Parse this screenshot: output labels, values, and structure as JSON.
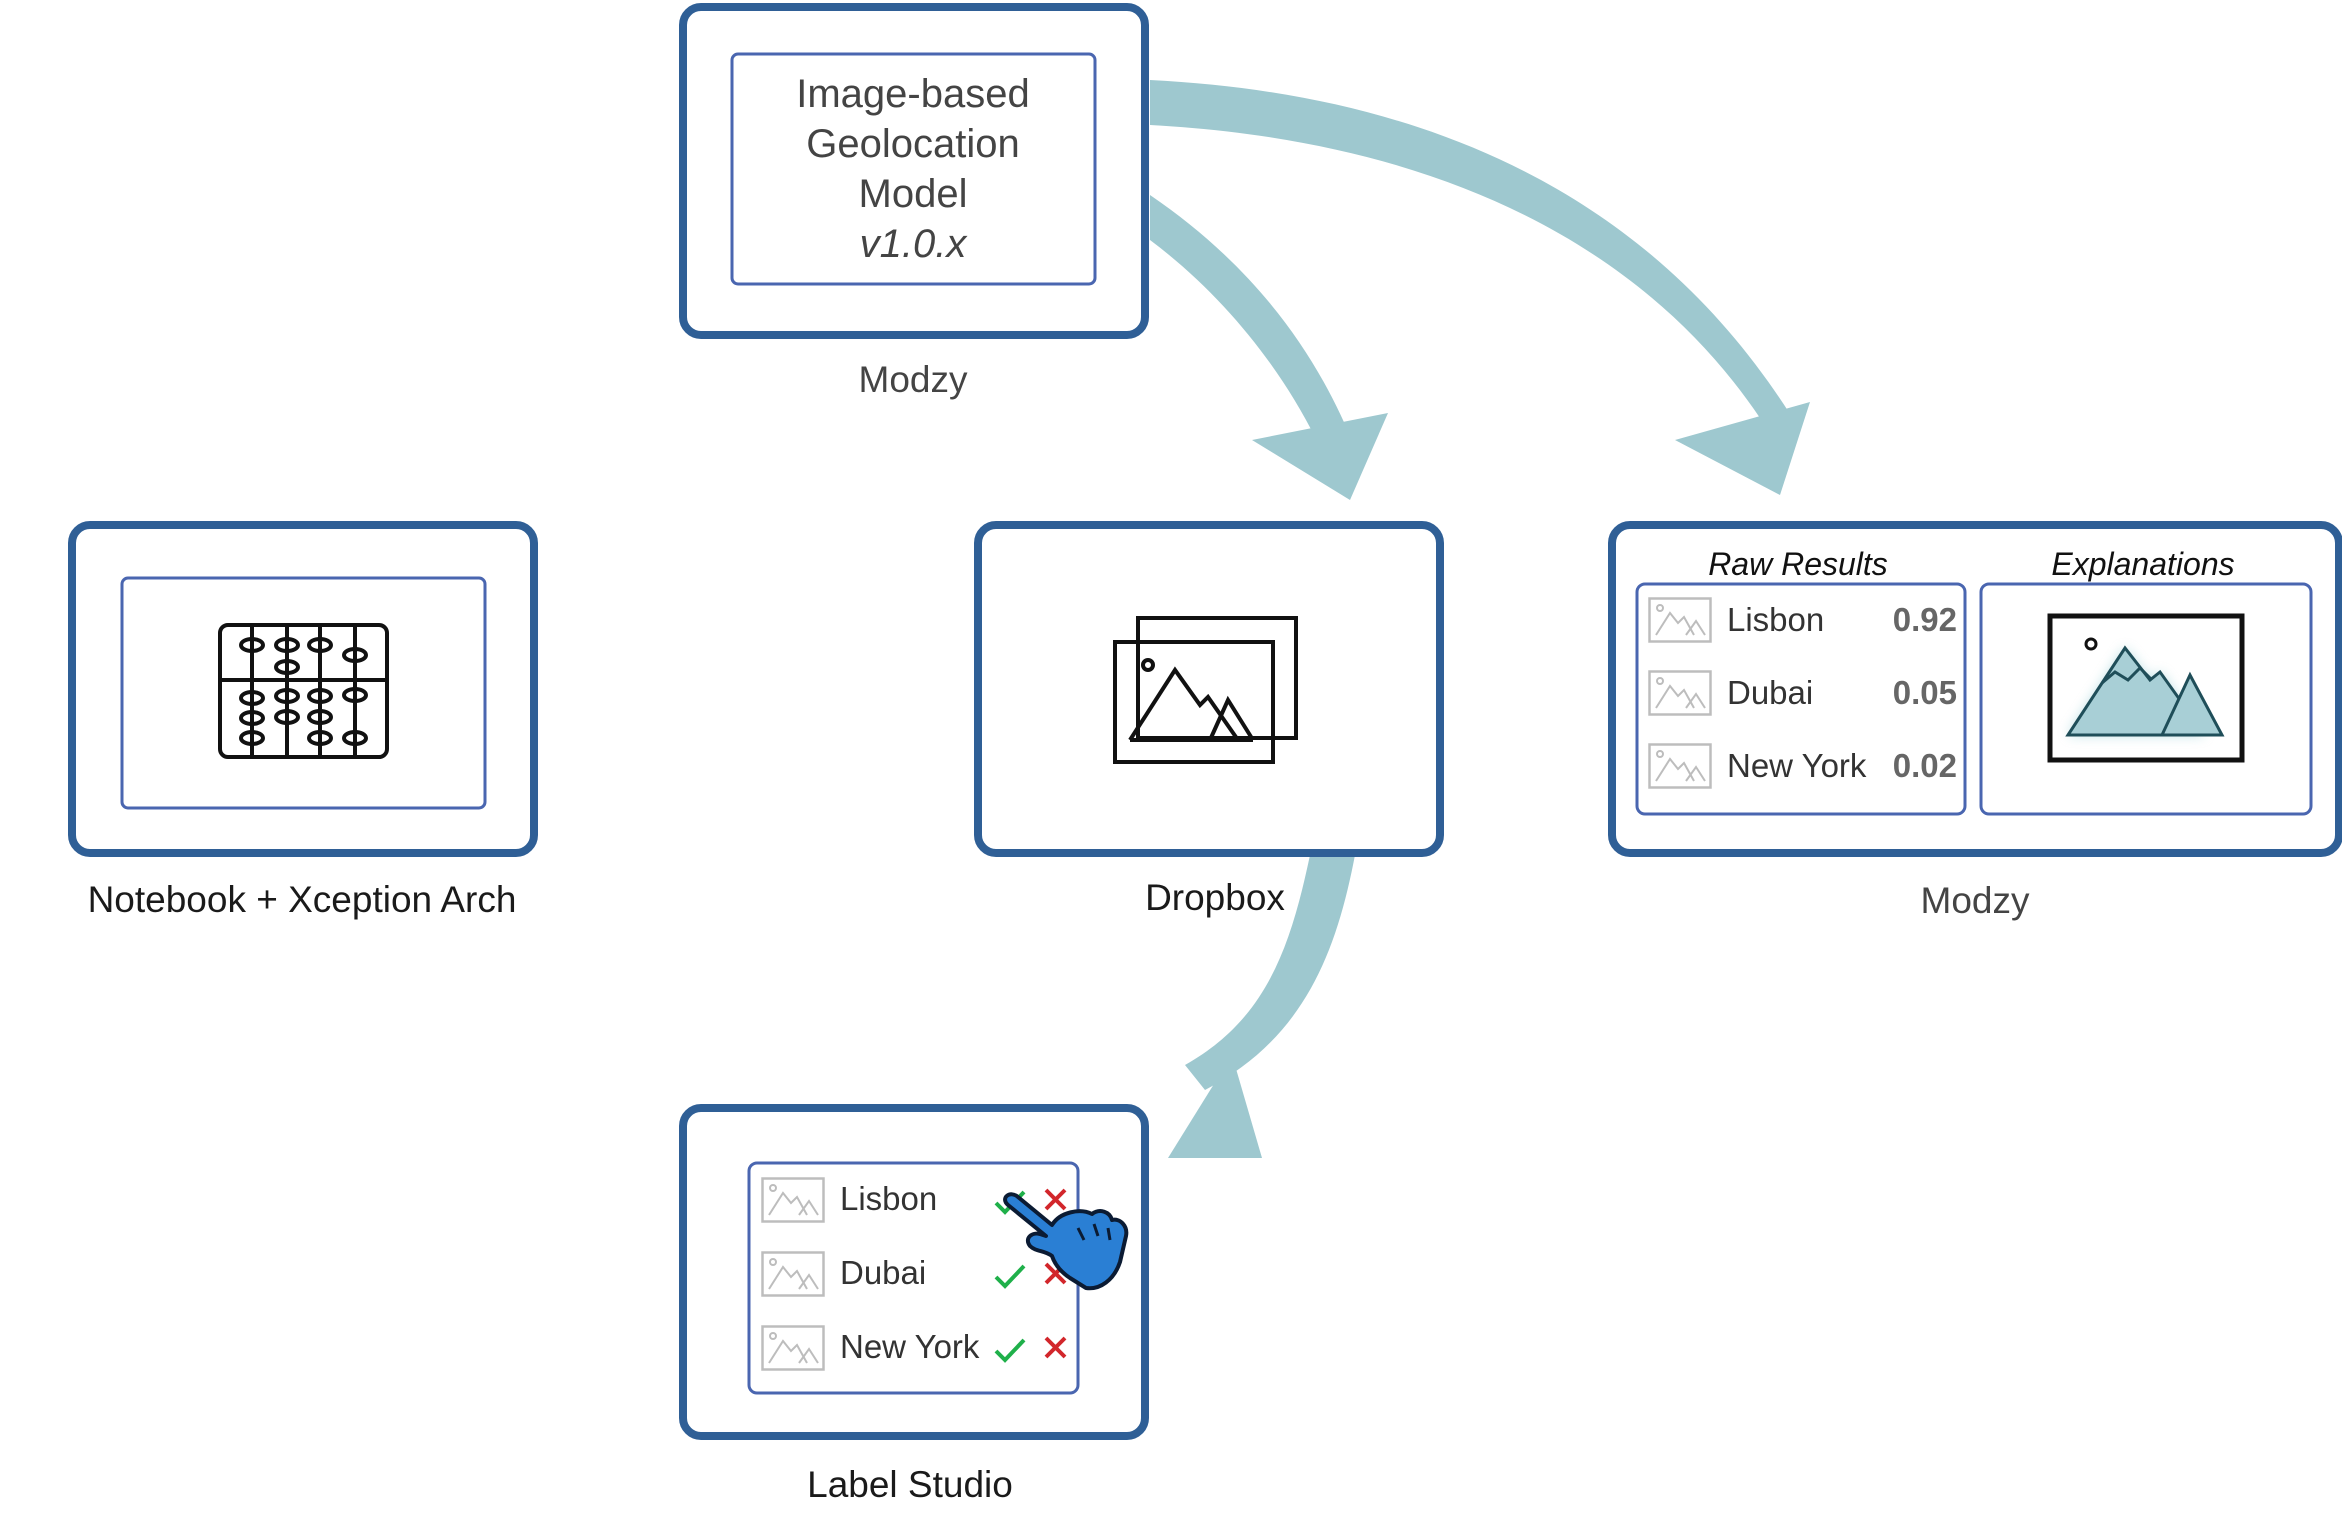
{
  "model": {
    "lines": [
      "Image-based",
      "Geolocation",
      "Model"
    ],
    "version": "v1.0.x",
    "caption": "Modzy"
  },
  "notebook": {
    "caption": "Notebook + Xception Arch",
    "icon": "abacus-icon"
  },
  "dropbox": {
    "caption": "Dropbox",
    "icon": "image-gallery-icon"
  },
  "results": {
    "caption": "Modzy",
    "raw_title": "Raw Results",
    "explanations_title": "Explanations",
    "rows": [
      {
        "city": "Lisbon",
        "score": "0.92"
      },
      {
        "city": "Dubai",
        "score": "0.05"
      },
      {
        "city": "New York",
        "score": "0.02"
      }
    ],
    "explanation_icon": "highlighted-mountain-image-icon"
  },
  "labelstudio": {
    "caption": "Label Studio",
    "rows": [
      {
        "city": "Lisbon"
      },
      {
        "city": "Dubai"
      },
      {
        "city": "New York"
      }
    ],
    "cursor_icon": "pointing-hand-icon"
  },
  "colors": {
    "box_border": "#2f5f96",
    "inner_border": "#4a66b0",
    "arrow": "#9ec8cf",
    "check": "#1fb04a",
    "cross": "#d2262b",
    "hand": "#2a7fd4"
  }
}
